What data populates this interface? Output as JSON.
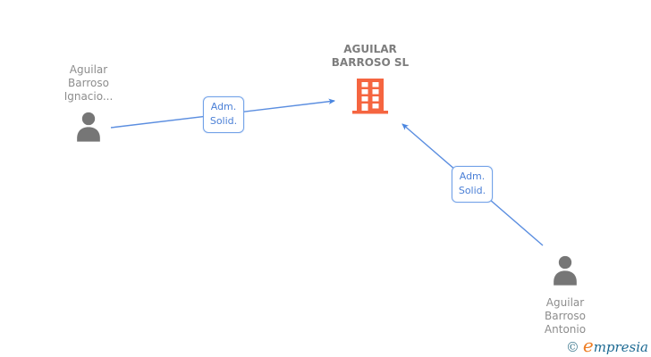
{
  "diagram": {
    "company": {
      "label": "AGUILAR BARROSO SL",
      "icon": "building-icon",
      "icon_color": "#f56540"
    },
    "persons": [
      {
        "label": "Aguilar Barroso Ignacio...",
        "icon": "person-icon",
        "icon_color": "#767676"
      },
      {
        "label": "Aguilar Barroso Antonio",
        "icon": "person-icon",
        "icon_color": "#767676"
      }
    ],
    "edges": [
      {
        "from": "person-ignacio",
        "to": "company",
        "label_lines": [
          "Adm.",
          "Solid."
        ]
      },
      {
        "from": "person-antonio",
        "to": "company",
        "label_lines": [
          "Adm.",
          "Solid."
        ]
      }
    ]
  },
  "watermark": {
    "copyright": "©",
    "brand_initial": "e",
    "brand_rest": "mpresia"
  },
  "colors": {
    "edge_blue": "#5b8ee0",
    "edge_label_text": "#4a7fd6",
    "edge_label_border": "#74a3e8",
    "company_title_gray": "#7d7d7d",
    "person_label_gray": "#8d8d8d",
    "person_icon_gray": "#767676",
    "building_orange": "#f56540",
    "watermark_teal": "#1d6a93",
    "watermark_orange": "#ee7d23"
  }
}
